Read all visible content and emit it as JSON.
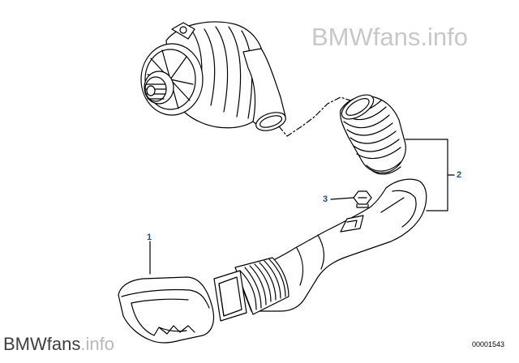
{
  "watermark_top": "BMWfans.info",
  "watermark_bottom": {
    "strong": "BMWfans",
    "light": ".info"
  },
  "callouts": [
    "1",
    "2",
    "3"
  ],
  "diagram_number": "00001543",
  "colors": {
    "callout": "#1f4e97",
    "line": "#000000",
    "watermark": "#c8c8c8"
  }
}
